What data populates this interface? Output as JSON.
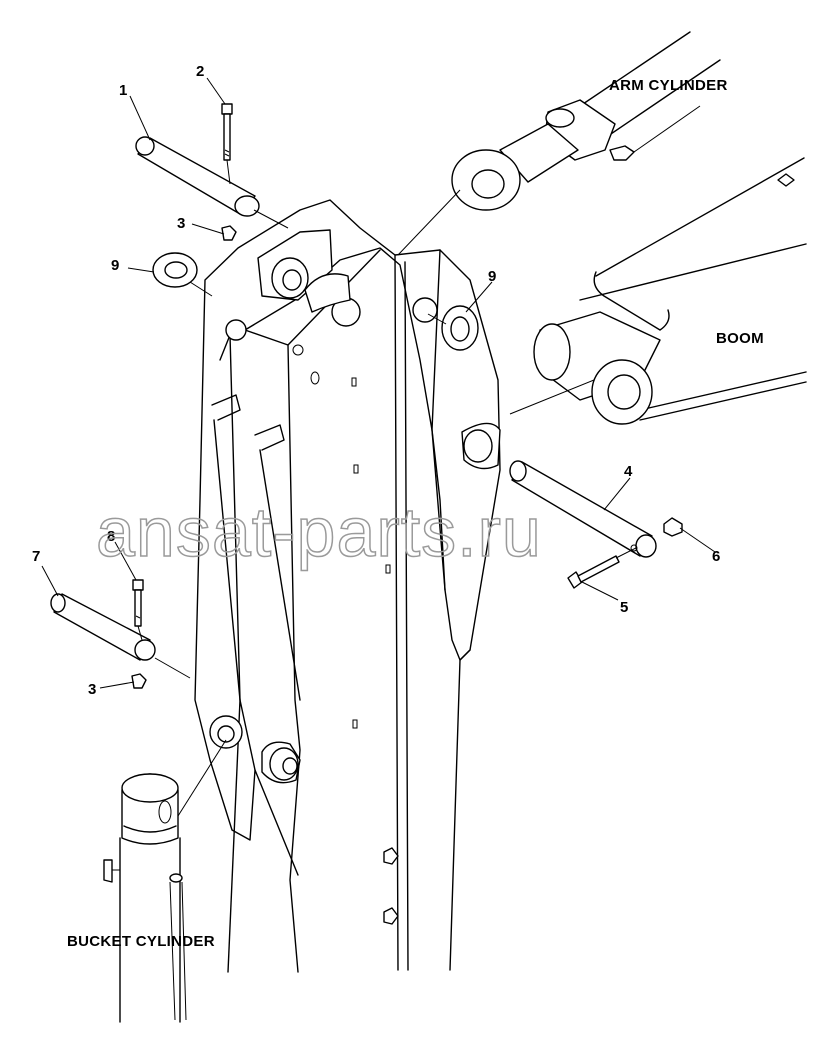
{
  "labels": {
    "arm_cylinder": "ARM CYLINDER",
    "boom": "BOOM",
    "bucket_cylinder": "BUCKET CYLINDER"
  },
  "callouts": {
    "c1": "1",
    "c2": "2",
    "c3a": "3",
    "c3b": "3",
    "c4": "4",
    "c5": "5",
    "c6": "6",
    "c7": "7",
    "c8": "8",
    "c9a": "9",
    "c9b": "9"
  },
  "watermark": "ansat-parts.ru",
  "colors": {
    "line": "#000000",
    "watermark": "#9a9a9a",
    "background": "#ffffff"
  }
}
